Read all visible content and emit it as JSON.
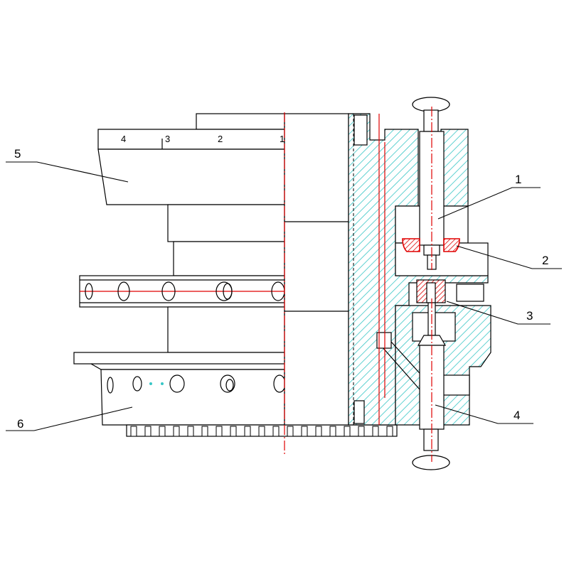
{
  "drawing": {
    "callouts": [
      {
        "id": "1",
        "text": "1"
      },
      {
        "id": "2",
        "text": "2"
      },
      {
        "id": "3",
        "text": "3"
      },
      {
        "id": "4",
        "text": "4"
      },
      {
        "id": "5",
        "text": "5"
      },
      {
        "id": "6",
        "text": "6"
      }
    ],
    "station_marks": [
      "4",
      "3",
      "2",
      "1"
    ],
    "colors": {
      "line": "#000000",
      "centerline": "#e00000",
      "hatch": "#39c6c6",
      "seal": "#e00000"
    }
  }
}
